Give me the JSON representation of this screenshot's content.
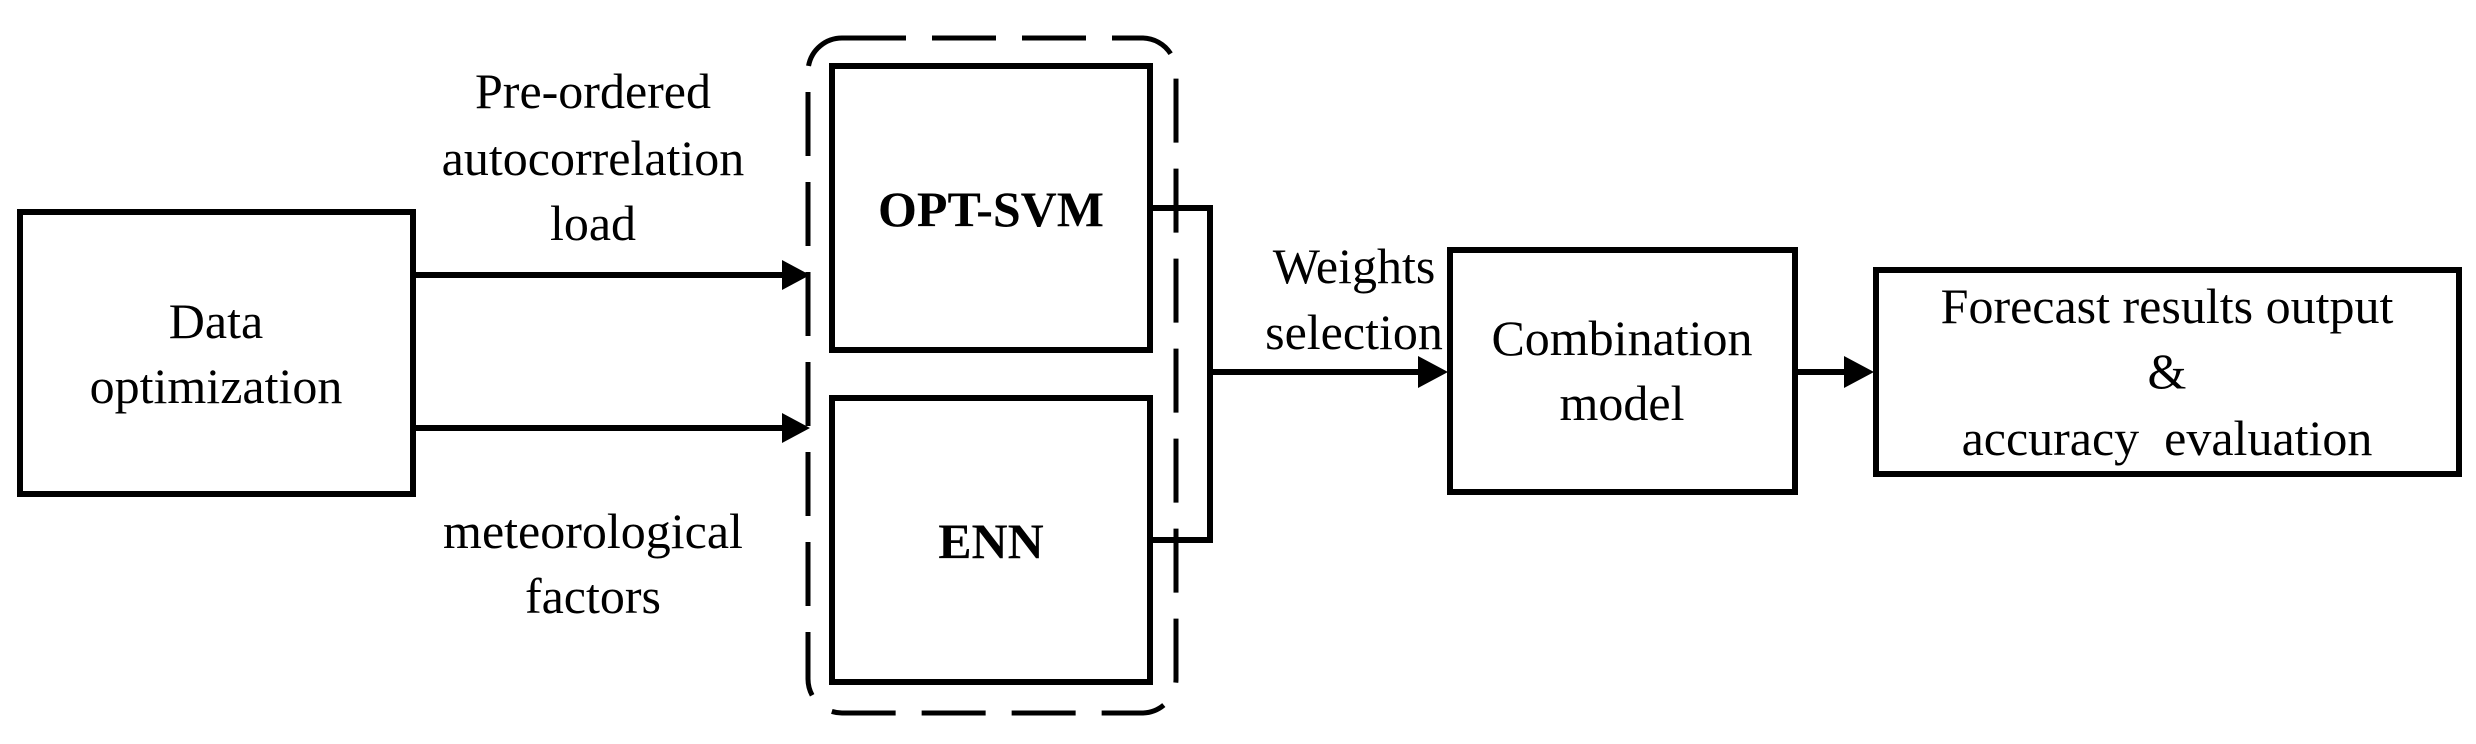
{
  "nodes": {
    "data_optimization": {
      "lines": [
        "Data",
        "optimization"
      ]
    },
    "opt_svm": {
      "label": "OPT-SVM"
    },
    "enn": {
      "label": "ENN"
    },
    "combination_model": {
      "lines": [
        "Combination",
        "model"
      ]
    },
    "forecast_output": {
      "lines": [
        "Forecast results output",
        "&",
        "accuracy  evaluation"
      ]
    }
  },
  "edge_labels": {
    "autocorrelation_load": [
      "Pre-ordered",
      "autocorrelation",
      "load"
    ],
    "meteorological_factors": [
      "meteorological",
      "factors"
    ],
    "weights_selection": [
      "Weights",
      "selection"
    ]
  }
}
